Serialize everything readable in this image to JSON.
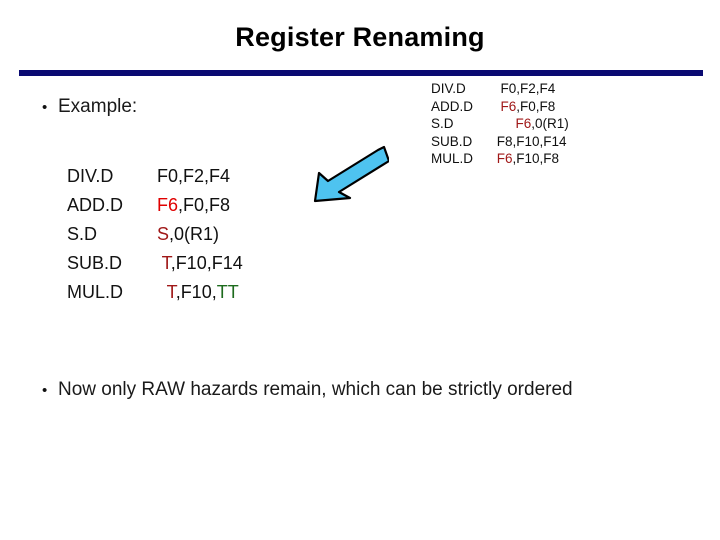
{
  "slide": {
    "title": "Register Renaming",
    "rule_color": "#0a0a72",
    "background": "#ffffff"
  },
  "bullets": [
    {
      "marker": "•",
      "text": "Example:"
    },
    {
      "marker": "•",
      "text": "Now only RAW hazards remain, which can be strictly ordered"
    }
  ],
  "code_left": {
    "lines": [
      {
        "op": "DIV.D",
        "tokens": [
          {
            "text": "F0,F2,F4",
            "color": "black"
          }
        ]
      },
      {
        "op": "ADD.D",
        "tokens": [
          {
            "text": "F6",
            "color": "red"
          },
          {
            "text": ",F0,F8",
            "color": "black"
          }
        ]
      },
      {
        "op": "S.D",
        "tokens": [
          {
            "text": "S",
            "color": "dark-red"
          },
          {
            "text": ",0(R1)",
            "color": "black"
          }
        ]
      },
      {
        "op": "SUB.D",
        "tokens": [
          {
            "text": " T",
            "color": "dark-red"
          },
          {
            "text": ",F10,F14",
            "color": "black"
          }
        ]
      },
      {
        "op": "MUL.D",
        "tokens": [
          {
            "text": "  T",
            "color": "dark-red"
          },
          {
            "text": ",F10,",
            "color": "black"
          },
          {
            "text": "TT",
            "color": "green"
          }
        ]
      }
    ]
  },
  "code_right": {
    "lines": [
      {
        "op": "DIV.D",
        "tokens": [
          {
            "text": "  F0,F2,F4",
            "color": "black"
          }
        ]
      },
      {
        "op": "ADD.D",
        "tokens": [
          {
            "text": "  F6",
            "color": "dark-red"
          },
          {
            "text": ",F0,F8",
            "color": "black"
          }
        ]
      },
      {
        "op": "S.D",
        "tokens": [
          {
            "text": "      F6",
            "color": "dark-red"
          },
          {
            "text": ",0(R1)",
            "color": "black"
          }
        ]
      },
      {
        "op": "SUB.D",
        "tokens": [
          {
            "text": " F8,F10,F14",
            "color": "black"
          }
        ]
      },
      {
        "op": "MUL.D",
        "tokens": [
          {
            "text": " F6",
            "color": "dark-red"
          },
          {
            "text": ",F10,F8",
            "color": "black"
          }
        ]
      }
    ]
  },
  "arrow": {
    "name": "down-left-arrow",
    "fill": "#4ec3f0",
    "stroke": "#000000",
    "direction": "down-left"
  },
  "colors": {
    "black": "#101010",
    "red": "#e00000",
    "dark-red": "#a01818",
    "green": "#1d6b1d",
    "navy": "#0a0a72",
    "arrow-cyan": "#4ec3f0"
  }
}
